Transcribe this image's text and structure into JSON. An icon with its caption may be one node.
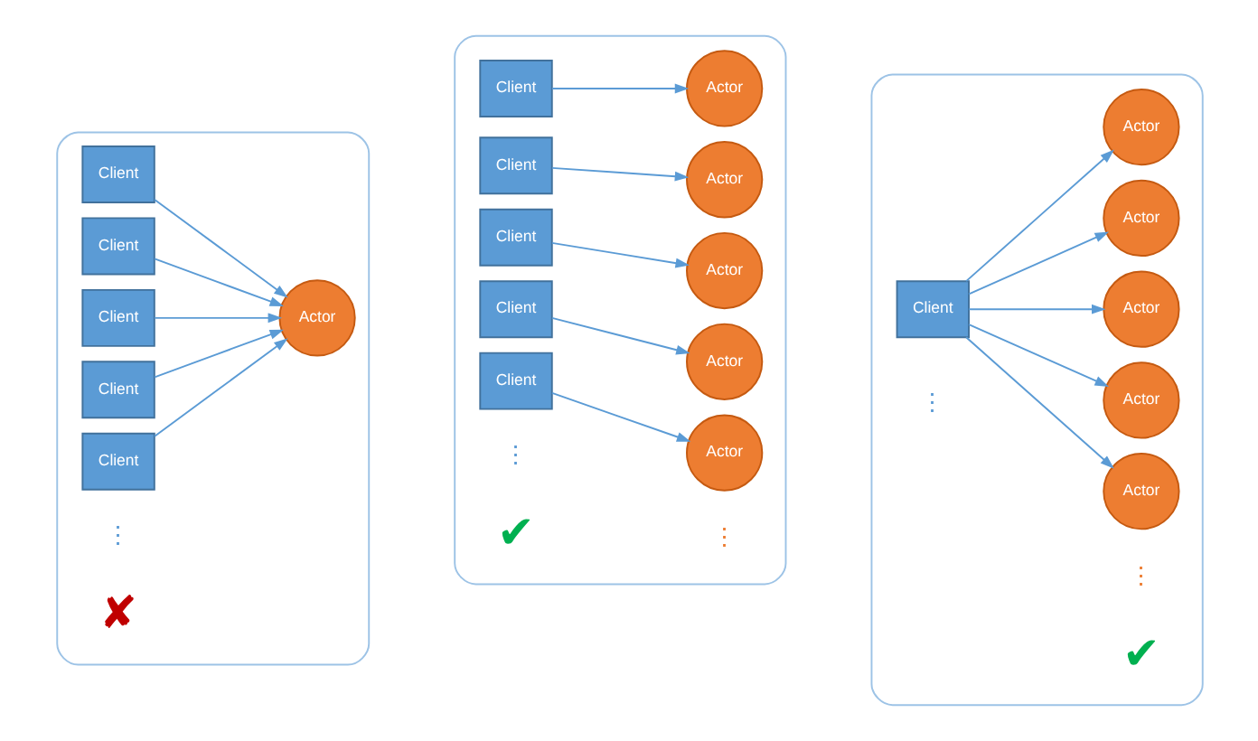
{
  "diagram": {
    "nodes": [
      {
        "text": [],
        "shape": "box"
      },
      {
        "text": [
          "Client"
        ],
        "in": 0
      },
      {
        "text": [
          "Client"
        ],
        "in": 0
      },
      {
        "text": [
          "Client"
        ],
        "in": 0
      },
      {
        "text": [
          "Client"
        ],
        "in": 0
      },
      {
        "text": [
          "Client"
        ],
        "in": 0
      },
      {
        "text": [
          "Actor"
        ],
        "in": 0
      },
      {
        "text": [],
        "shape": "box"
      },
      {
        "text": [
          "Client"
        ],
        "in": 7
      },
      {
        "text": [
          "Client"
        ],
        "in": 7
      },
      {
        "text": [
          "Client"
        ],
        "in": 7
      },
      {
        "text": [
          "Client"
        ],
        "in": 7
      },
      {
        "text": [
          "Client"
        ],
        "in": 7
      },
      {
        "text": [
          "Actor"
        ],
        "in": 7
      },
      {
        "text": [
          "Actor"
        ],
        "in": 7
      },
      {
        "text": [
          "Actor"
        ],
        "in": 7
      },
      {
        "text": [
          "Actor"
        ],
        "in": 7
      },
      {
        "text": [
          "Actor"
        ],
        "in": 7
      },
      {
        "text": [],
        "shape": "box"
      },
      {
        "text": [
          "Client"
        ],
        "in": 18
      },
      {
        "text": [
          "Actor"
        ],
        "in": 18
      },
      {
        "text": [
          "Actor"
        ],
        "in": 18
      },
      {
        "text": [
          "Actor"
        ],
        "in": 18
      },
      {
        "text": [
          "Actor"
        ],
        "in": 18
      },
      {
        "text": [
          "Actor"
        ],
        "in": 18
      }
    ],
    "edges": [
      {
        "from": 1,
        "to": 6,
        "arrow": "to"
      },
      {
        "from": 2,
        "to": 6,
        "arrow": "to"
      },
      {
        "from": 3,
        "to": 6,
        "arrow": "to"
      },
      {
        "from": 4,
        "to": 6,
        "arrow": "to"
      },
      {
        "from": 5,
        "to": 6,
        "arrow": "to"
      },
      {
        "from": 8,
        "to": 13,
        "arrow": "to"
      },
      {
        "from": 9,
        "to": 14,
        "arrow": "to"
      },
      {
        "from": 10,
        "to": 15,
        "arrow": "to"
      },
      {
        "from": 11,
        "to": 16,
        "arrow": "to"
      },
      {
        "from": 12,
        "to": 17,
        "arrow": "to"
      },
      {
        "from": 19,
        "to": 20,
        "arrow": "to"
      },
      {
        "from": 19,
        "to": 21,
        "arrow": "to"
      },
      {
        "from": 19,
        "to": 22,
        "arrow": "to"
      },
      {
        "from": 19,
        "to": 23,
        "arrow": "to"
      },
      {
        "from": 19,
        "to": 24,
        "arrow": "to"
      }
    ],
    "labels": [
      "⋮",
      "✘",
      "⋮",
      "⋮",
      "✔",
      "⋮",
      "⋮",
      "✔"
    ]
  }
}
